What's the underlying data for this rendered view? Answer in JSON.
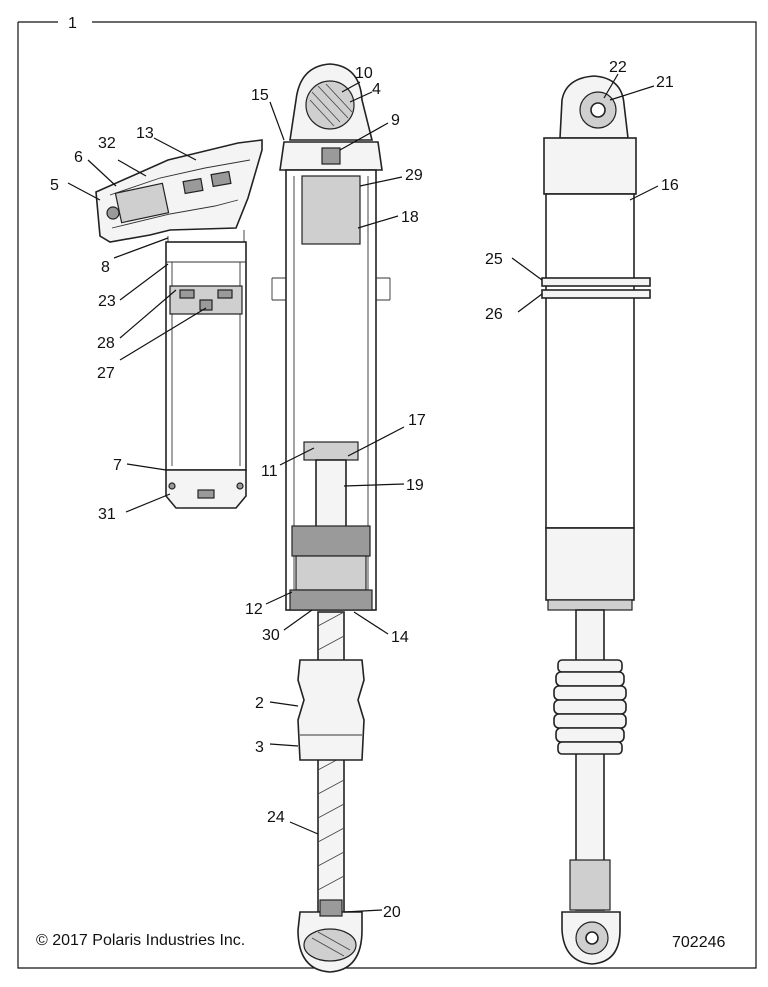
{
  "diagram": {
    "assembly_number": "1",
    "copyright": "© 2017 Polaris Industries Inc.",
    "drawing_number": "702246",
    "callouts": [
      "2",
      "3",
      "4",
      "5",
      "6",
      "7",
      "8",
      "9",
      "10",
      "11",
      "12",
      "13",
      "14",
      "15",
      "16",
      "17",
      "18",
      "19",
      "20",
      "21",
      "22",
      "23",
      "24",
      "25",
      "26",
      "27",
      "28",
      "29",
      "30",
      "31",
      "32"
    ]
  },
  "colors": {
    "line": "#111111",
    "part_fill": "#f4f4f4",
    "shade_dark": "#9a9a9a",
    "shade_mid": "#cfcfcf"
  }
}
